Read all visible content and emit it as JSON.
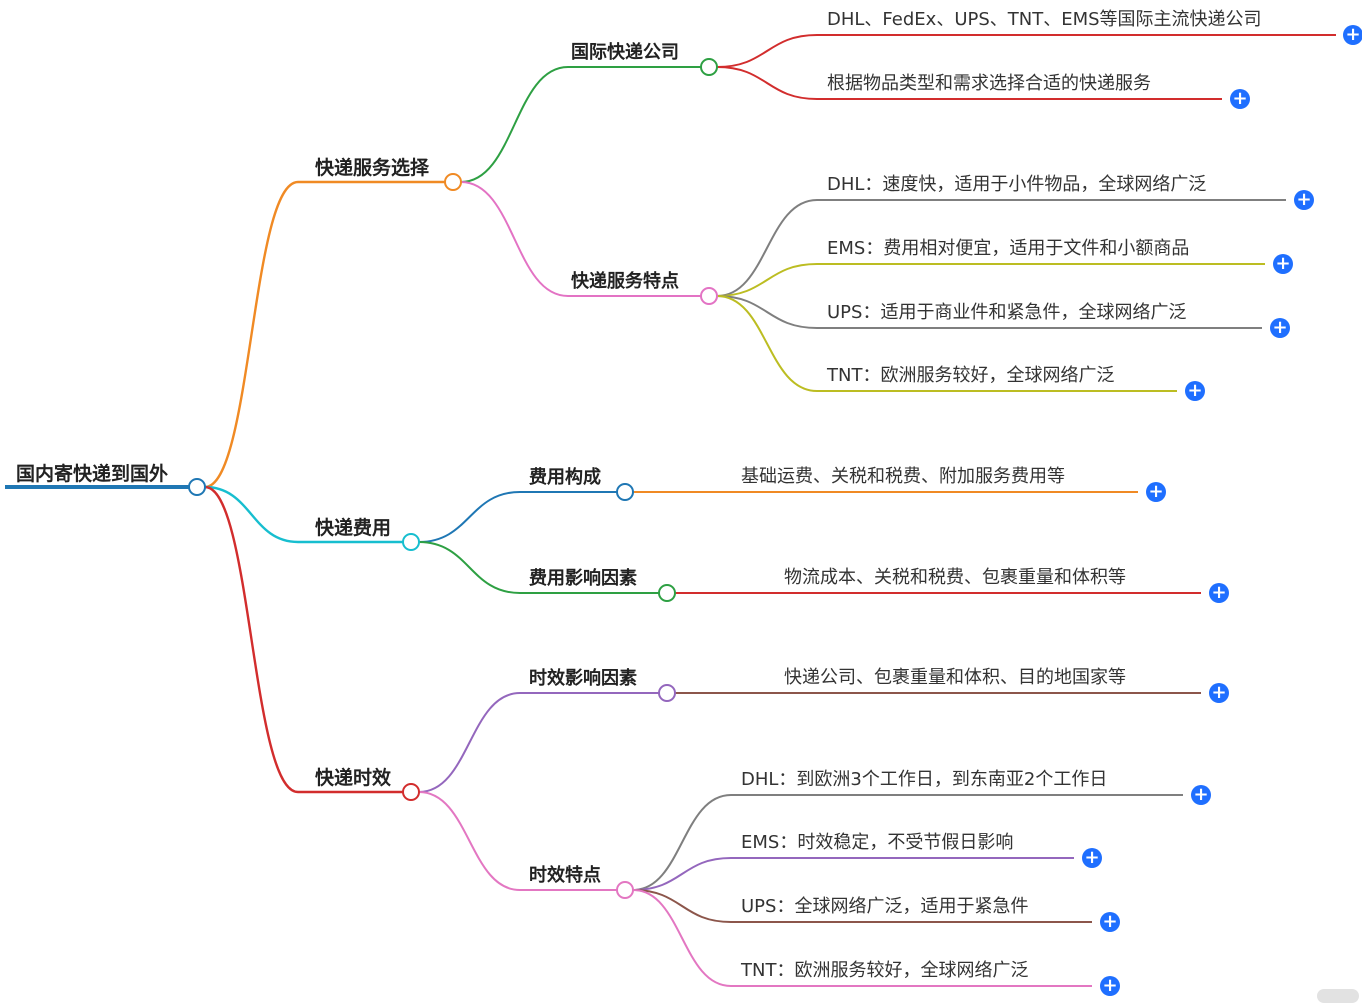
{
  "root": "国内寄快递到国外",
  "branches": [
    {
      "label": "快递服务选择",
      "color": "#f08a24",
      "children": [
        {
          "label": "国际快递公司",
          "color": "#2ea043",
          "leaves": [
            {
              "text": "DHL、FedEx、UPS、TNT、EMS等国际主流快递公司",
              "color": "#d22d2d"
            },
            {
              "text": "根据物品类型和需求选择合适的快递服务",
              "color": "#d22d2d"
            }
          ]
        },
        {
          "label": "快递服务特点",
          "color": "#e373c4",
          "leaves": [
            {
              "text": "DHL：速度快，适用于小件物品，全球网络广泛",
              "color": "#7f7f7f"
            },
            {
              "text": "EMS：费用相对便宜，适用于文件和小额商品",
              "color": "#bcbd22"
            },
            {
              "text": "UPS：适用于商业件和紧急件，全球网络广泛",
              "color": "#7f7f7f"
            },
            {
              "text": "TNT：欧洲服务较好，全球网络广泛",
              "color": "#bcbd22"
            }
          ]
        }
      ]
    },
    {
      "label": "快递费用",
      "color": "#17becf",
      "children": [
        {
          "label": "费用构成",
          "color": "#1f77b4",
          "leaves": [
            {
              "text": "基础运费、关税和税费、附加服务费用等",
              "color": "#f08a24"
            }
          ]
        },
        {
          "label": "费用影响因素",
          "color": "#2ea043",
          "leaves": [
            {
              "text": "物流成本、关税和税费、包裹重量和体积等",
              "color": "#d22d2d"
            }
          ]
        }
      ]
    },
    {
      "label": "快递时效",
      "color": "#d22d2d",
      "children": [
        {
          "label": "时效影响因素",
          "color": "#9467bd",
          "leaves": [
            {
              "text": "快递公司、包裹重量和体积、目的地国家等",
              "color": "#8c564b"
            }
          ]
        },
        {
          "label": "时效特点",
          "color": "#e377c2",
          "leaves": [
            {
              "text": "DHL：到欧洲3个工作日，到东南亚2个工作日",
              "color": "#7f7f7f"
            },
            {
              "text": "EMS：时效稳定，不受节假日影响",
              "color": "#9467bd"
            },
            {
              "text": "UPS：全球网络广泛，适用于紧急件",
              "color": "#8c564b"
            },
            {
              "text": "TNT：欧洲服务较好，全球网络广泛",
              "color": "#e377c2"
            }
          ]
        }
      ]
    }
  ],
  "expand_icon": "plus-icon",
  "root_color": "#1f77b4"
}
